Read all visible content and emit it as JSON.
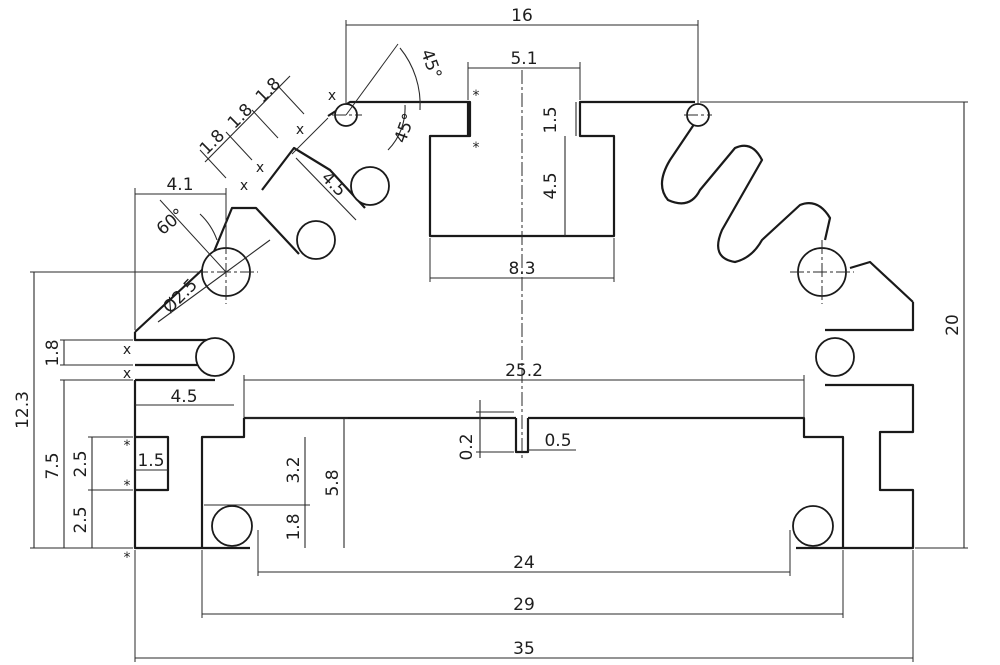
{
  "dimensions": {
    "overall_width": "35",
    "width_29": "29",
    "width_24": "24",
    "width_25_2": "25.2",
    "top_width": "16",
    "slot_top_width": "5.1",
    "slot_bottom_width": "8.3",
    "slot_neck_height": "1.5",
    "slot_depth": "4.5",
    "overall_height": "20",
    "left_height": "12.3",
    "left_height_7_5": "7.5",
    "left_step_2_5_upper": "2.5",
    "left_step_2_5_lower": "2.5",
    "left_tab_width": "1.5",
    "groove_height": "1.8",
    "groove_depth": "4.5",
    "inner_height": "5.8",
    "inner_step": "3.2",
    "inner_groove": "1.8",
    "notch_depth": "0.2",
    "notch_width": "0.5",
    "fin_offset": "4.1",
    "hole_diameter": "Ø2.5",
    "fin_pitch_1": "1.8",
    "fin_pitch_2": "1.8",
    "fin_pitch_3": "1.8",
    "fin_length": "4.5",
    "angle_60": "60°",
    "angle_45_top": "45°",
    "angle_45_side": "45°"
  },
  "markers": {
    "asterisk": "*",
    "cross": "x"
  }
}
